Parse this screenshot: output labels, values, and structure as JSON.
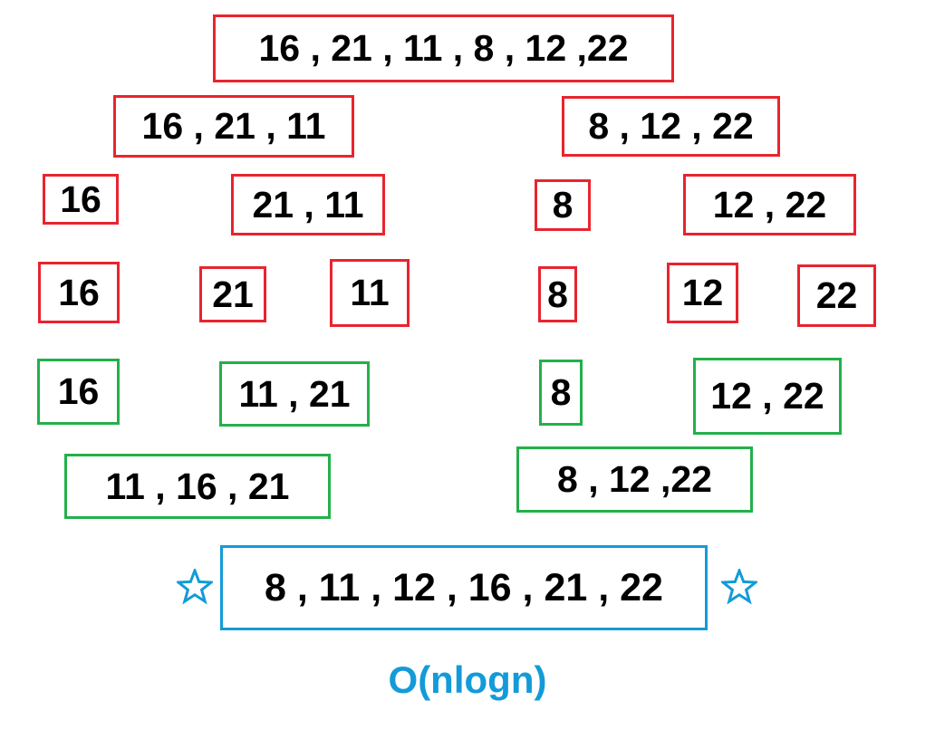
{
  "colors": {
    "split_border": "#e8242f",
    "merge_border": "#23b04a",
    "final_border": "#139bd8",
    "caption": "#139bd8",
    "text": "#000000"
  },
  "split": {
    "root": "16 , 21 , 11 , 8 , 12 ,22",
    "l1_left": "16 , 21 , 11",
    "l1_right": "8 , 12 , 22",
    "l2_a": "16",
    "l2_b": "21 , 11",
    "l2_c": "8",
    "l2_d": "12 , 22",
    "l3_a": "16",
    "l3_b": "21",
    "l3_c": "11",
    "l3_d": "8",
    "l3_e": "12",
    "l3_f": "22"
  },
  "merge": {
    "m1_a": "16",
    "m1_b": "11 , 21",
    "m1_c": "8",
    "m1_d": "12 , 22",
    "m2_left": "11 , 16 , 21",
    "m2_right": "8 , 12 ,22"
  },
  "final": {
    "sorted": "8 , 11 , 12 , 16 , 21 , 22",
    "left_icon": "star-outline-icon",
    "right_icon": "star-outline-icon"
  },
  "complexity": "O(nlogn)"
}
